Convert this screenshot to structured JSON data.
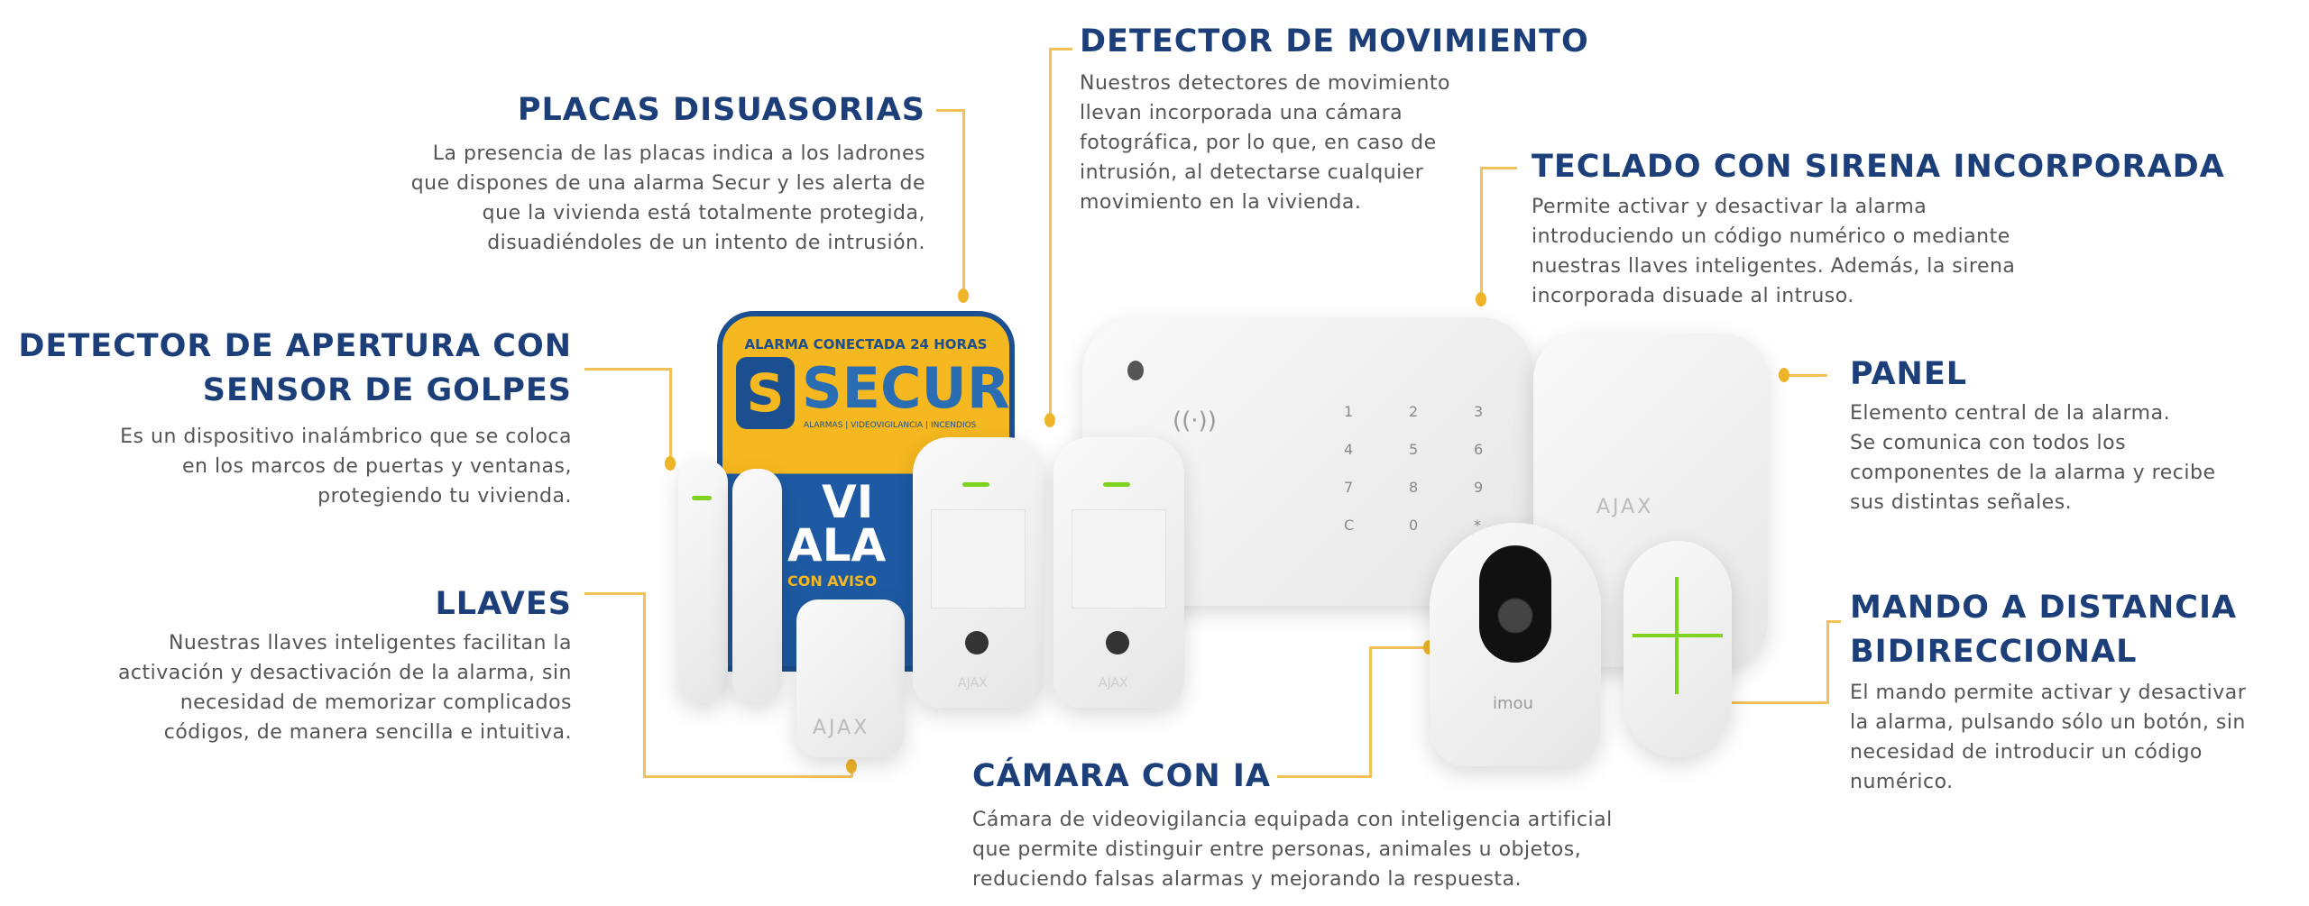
{
  "colors": {
    "title": "#1c3f7a",
    "accent": "#f0b429",
    "text": "#555555"
  },
  "sections": {
    "placas": {
      "title": "PLACAS DISUASORIAS",
      "lines": [
        "La presencia de las placas indica a los ladrones",
        "que dispones de una alarma Secur y les alerta de",
        "que la vivienda está totalmente protegida,",
        "disuadiéndoles de un intento de intrusión."
      ]
    },
    "movimiento": {
      "title": "DETECTOR DE MOVIMIENTO",
      "lines": [
        "Nuestros detectores de movimiento",
        "llevan incorporada una cámara",
        "fotográfica, por lo que, en caso de",
        "intrusión, al detectarse cualquier",
        "movimiento en la vivienda."
      ]
    },
    "teclado": {
      "title": "TECLADO CON SIRENA INCORPORADA",
      "lines": [
        "Permite activar y desactivar la alarma",
        "introduciendo un código numérico o mediante",
        "nuestras llaves inteligentes. Además, la sirena",
        "incorporada disuade al intruso."
      ]
    },
    "apertura": {
      "title_lines": [
        "DETECTOR DE APERTURA CON",
        "SENSOR DE GOLPES"
      ],
      "lines": [
        "Es un dispositivo inalámbrico que se coloca",
        "en los marcos de puertas y ventanas,",
        "protegiendo tu vivienda."
      ]
    },
    "panel": {
      "title": "PANEL",
      "lines": [
        "Elemento central de la alarma.",
        "Se comunica con todos los",
        "componentes de la alarma y recibe",
        "sus distintas señales."
      ]
    },
    "llaves": {
      "title": "LLAVES",
      "lines": [
        "Nuestras llaves inteligentes facilitan la",
        "activación y desactivación de la alarma, sin",
        "necesidad de memorizar complicados",
        "códigos, de manera sencilla e intuitiva."
      ]
    },
    "mando": {
      "title_lines": [
        "MANDO A DISTANCIA",
        "BIDIRECCIONAL"
      ],
      "lines": [
        "El mando permite activar y desactivar",
        "la alarma, pulsando sólo un botón, sin",
        "necesidad de introducir un código",
        "numérico."
      ]
    },
    "camara": {
      "title": "CÁMARA CON IA",
      "lines": [
        "Cámara de videovigilancia equipada con inteligencia artificial",
        "que permite distinguir entre personas, animales u objetos,",
        "reduciendo falsas alarmas y mejorando la respuesta."
      ]
    }
  },
  "products": {
    "sign": {
      "top": "ALARMA CONECTADA 24 HORAS",
      "logo_letter": "S",
      "brand": "SECUR",
      "tagline": "ALARMAS | VIDEOVIGILANCIA | INCENDIOS",
      "big1": "VI",
      "big2": "ALA",
      "small": "CON AVISO"
    },
    "brand_ajax": "AJAX",
    "brand_imou": "imou",
    "keypad": [
      "1",
      "2",
      "3",
      "4",
      "5",
      "6",
      "7",
      "8",
      "9",
      "C",
      "0",
      "*"
    ]
  }
}
